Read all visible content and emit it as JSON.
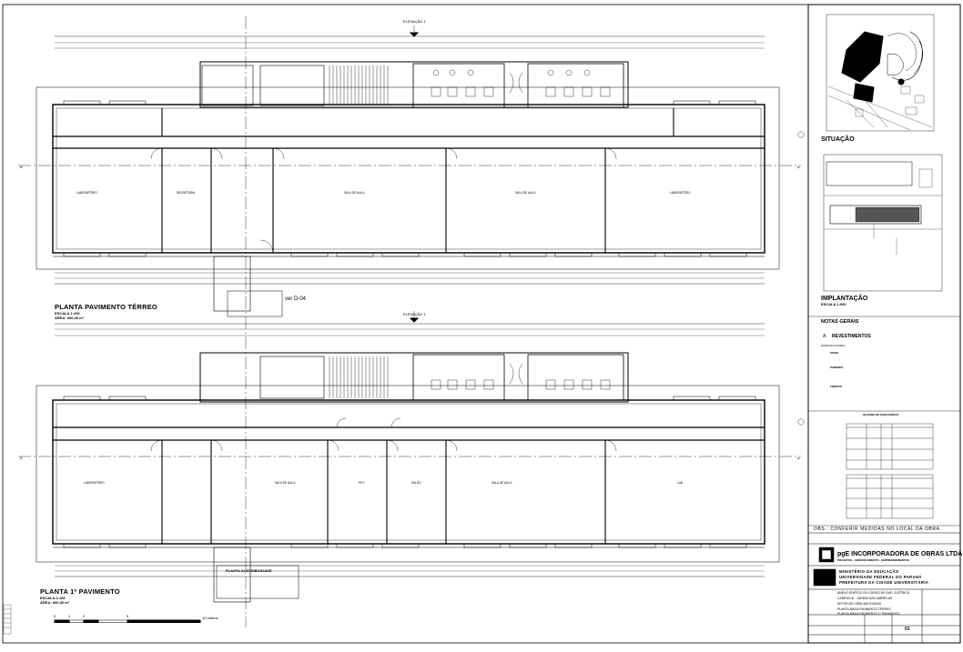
{
  "plans": {
    "ground": {
      "title": "PLANTA PAVIMENTO TÉRREO",
      "scale": "ESCALA 1:100",
      "area": "ÁREA: 000,00 m²",
      "elevation_tag": "ELEVAÇÃO 1",
      "view_tag": "ver D-04",
      "rooms": [
        {
          "name": "LABORATÓRIO"
        },
        {
          "name": "SECRETARIA"
        },
        {
          "name": "SALA DE AULA"
        },
        {
          "name": "SALA DE AULA"
        },
        {
          "name": "LABORATÓRIO"
        }
      ]
    },
    "first": {
      "title": "PLANTA 1º PAVIMENTO",
      "scale": "ESCALA 1:100",
      "area": "ÁREA: 000,00 m²",
      "elevation_tag": "ELEVAÇÃO 1",
      "rooms": [
        {
          "name": "LABORATÓRIO"
        },
        {
          "name": "SALA DE AULA"
        },
        {
          "name": "PET"
        },
        {
          "name": "SALÃO"
        },
        {
          "name": "SALA DE AULA"
        },
        {
          "name": "LAB"
        }
      ],
      "accessibility_title": "PLANTA ACESSIBILIDADE",
      "bar_scale": {
        "labels": [
          "0",
          "1",
          "2",
          "5",
          "10 metros"
        ]
      }
    }
  },
  "side_panel": {
    "situacao": "SITUAÇÃO",
    "implantacao": "IMPLANTAÇÃO",
    "implantacao_scale": "ESCALA 1:500",
    "notas_gerais": "NOTAS GERAIS",
    "revestimentos_letter": "A",
    "revestimentos": "REVESTIMENTOS",
    "especificacoes": "ESPECIFICAÇÕES",
    "pisos": "PISOS",
    "paredes": "PAREDES",
    "forros": "FORROS",
    "quadro": "QUADRO DE ESQUADRIAS",
    "obs": "OBS.: CONFERIR MEDIDAS NO LOCAL DA OBRA."
  },
  "title_block": {
    "company": "pgE INCORPORADORA DE OBRAS LTDA",
    "company_sub": "PROJETOS · GERENCIAMENTO · EMPREENDIMENTOS",
    "inst_lines": [
      "MINISTÉRIO DA EDUCAÇÃO",
      "UNIVERSIDADE FEDERAL DO PARANÁ",
      "PREFEITURA DA CIDADE UNIVERSITÁRIA"
    ],
    "obra": "ANEXO EDIFÍCIO DO CURSO DE ENG. ELÉTRICA",
    "local": "CAMPUS III - JARDIM DAS AMÉRICAS",
    "setor": "SETOR DE CIÊNCIAS EXATAS",
    "content_lines": [
      "PLANTA BAIXA PAVIMENTO TÉRREO",
      "PLANTA BAIXA PAVIMENTO 1º PAVIMENTO"
    ],
    "sheet": "01"
  },
  "colors": {
    "line": "#000000",
    "paper": "#ffffff"
  }
}
